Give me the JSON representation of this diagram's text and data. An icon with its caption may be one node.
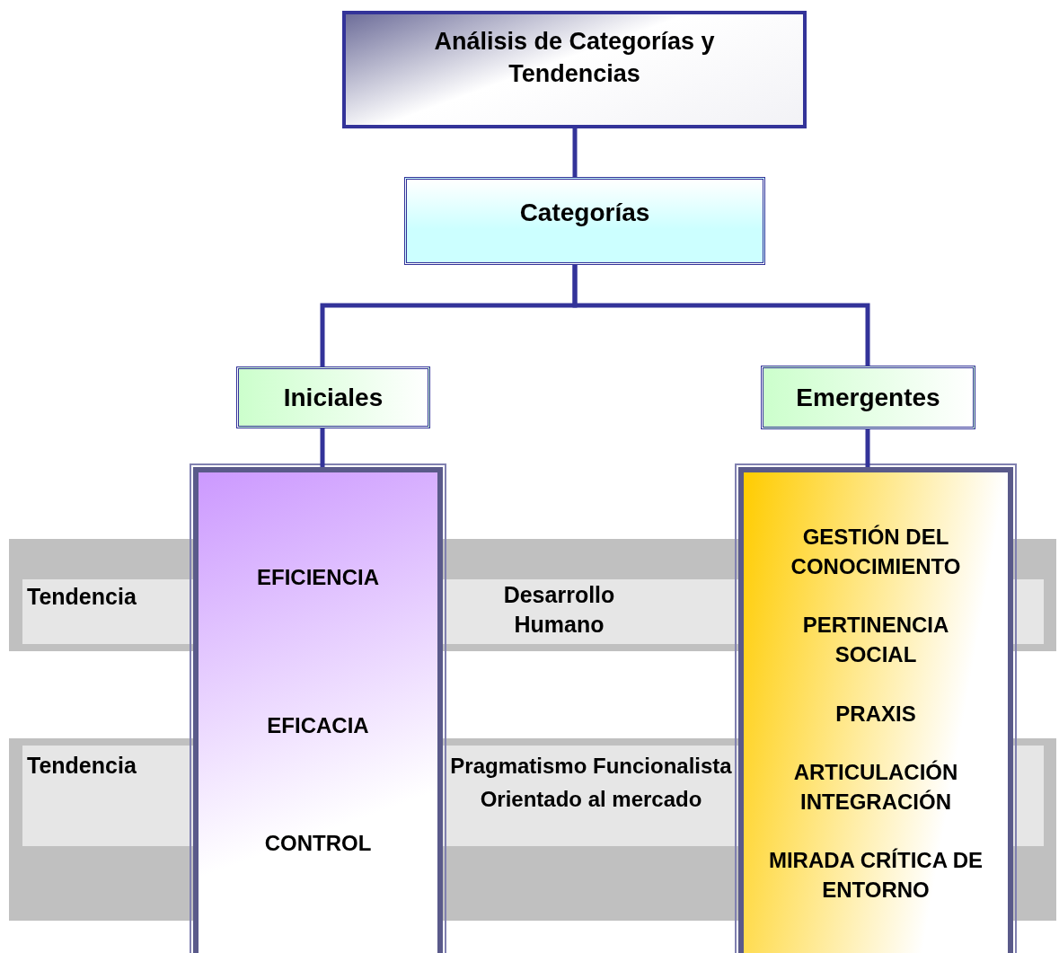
{
  "diagram": {
    "nodes": [
      {
        "text": [
          "Análisis de Categorías y Tendencias"
        ]
      },
      {
        "text": [
          "Categorías"
        ]
      },
      {
        "text": [
          "Iniciales"
        ]
      },
      {
        "text": [
          "Emergentes"
        ]
      },
      {
        "text": [
          "EFICIENCIA",
          "EFICACIA",
          "CONTROL"
        ]
      },
      {
        "text": [
          "GESTIÓN DEL CONOCIMIENTO",
          "PERTINENCIA SOCIAL",
          "PRAXIS",
          "ARTICULACIÓN INTEGRACIÓN",
          "MIRADA CRÍTICA DE ENTORNO"
        ]
      }
    ],
    "edges": [
      {
        "from": 0,
        "to": 1,
        "arrow": "none"
      },
      {
        "from": 1,
        "to": 2,
        "arrow": "none"
      },
      {
        "from": 1,
        "to": 3,
        "arrow": "none"
      },
      {
        "from": 2,
        "to": 4,
        "arrow": "none"
      },
      {
        "from": 3,
        "to": 5,
        "arrow": "none"
      }
    ],
    "labels": [
      "Tendencia",
      "Desarrollo Humano",
      "Tendencia",
      "Pragmatismo Funcionalista Orientado al mercado"
    ]
  }
}
